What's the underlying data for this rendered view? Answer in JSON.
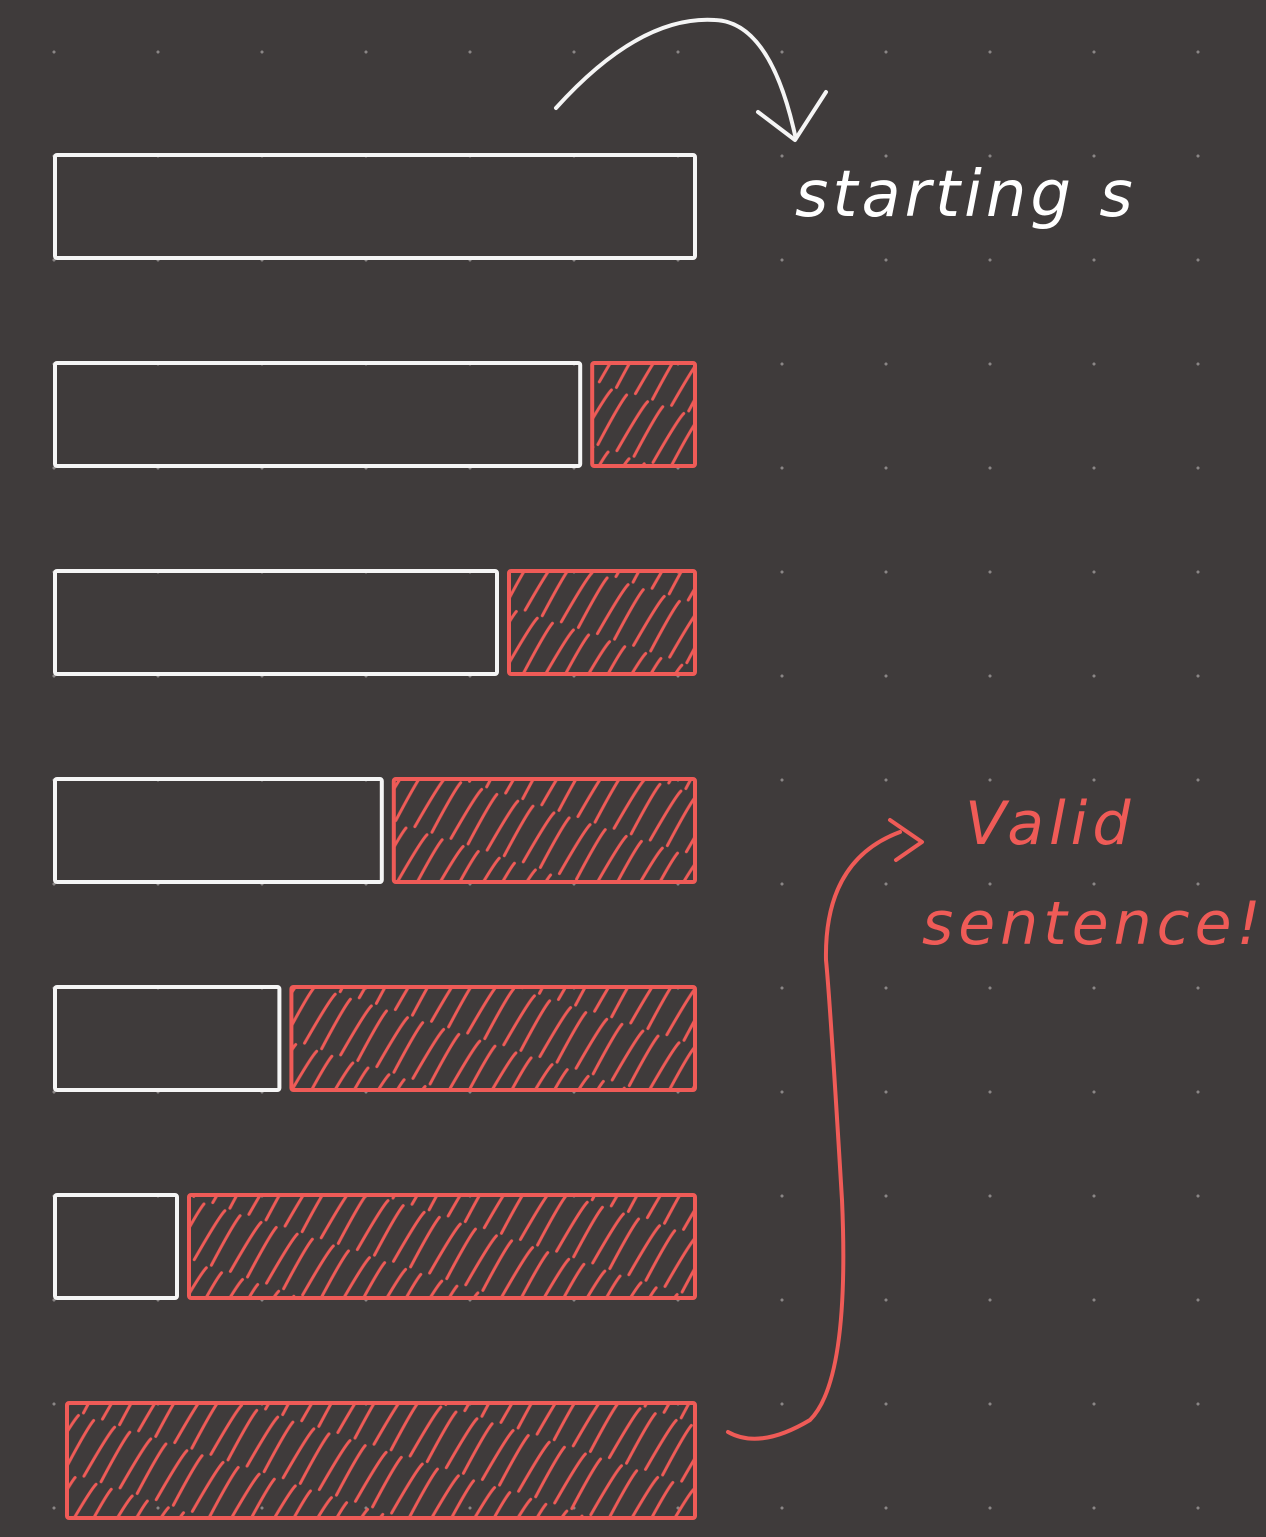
{
  "colors": {
    "background": "#3f3b3b",
    "white_stroke": "#f5f5f5",
    "red_stroke": "#ef5b57"
  },
  "annotations": {
    "starting_label": "starting s",
    "valid_line1": "Valid",
    "valid_line2": "sentence!"
  },
  "bars": [
    {
      "red_fraction": 0.0
    },
    {
      "red_fraction": 0.17
    },
    {
      "red_fraction": 0.3
    },
    {
      "red_fraction": 0.48
    },
    {
      "red_fraction": 0.64
    },
    {
      "red_fraction": 0.8
    },
    {
      "red_fraction": 1.0
    }
  ]
}
